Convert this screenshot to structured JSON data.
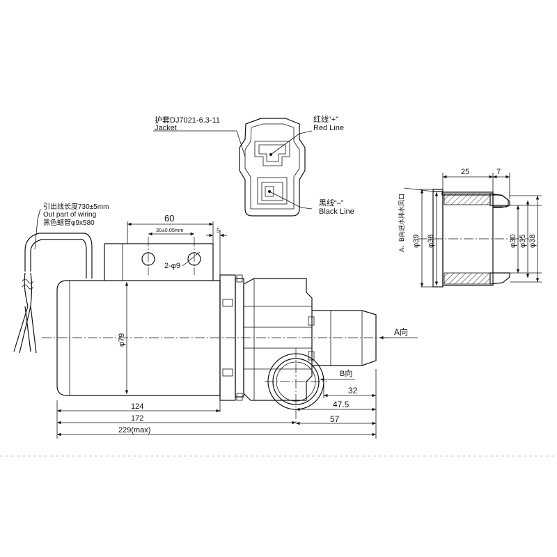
{
  "connector": {
    "jacket_cn": "护套DJ7021-6.3-11",
    "jacket_en": "Jacket",
    "red_cn": "红线“+”",
    "red_en": "Red Line",
    "black_cn": "黑线“–”",
    "black_en": "Black Line"
  },
  "wiring": {
    "line1": "引出线长度730±5mm",
    "line2": "Out part of wiring",
    "line3": "黑色蜡管φ9x580"
  },
  "dimensions": {
    "d60": "60",
    "d30": "30±0.05mm",
    "d5": "5",
    "holes": "2-φ9",
    "dia79": "φ79",
    "d124": "124",
    "d172": "172",
    "d229": "229(max)",
    "d32": "32",
    "d47_5": "47.5",
    "d57": "57"
  },
  "directions": {
    "a": "A向",
    "b": "B向"
  },
  "port": {
    "side_label": "A、B向进水排水风口",
    "d25": "25",
    "d7": "7",
    "dia39": "φ39",
    "dia38a": "φ38",
    "dia30": "φ30",
    "dia35": "φ35",
    "dia38b": "φ38"
  }
}
